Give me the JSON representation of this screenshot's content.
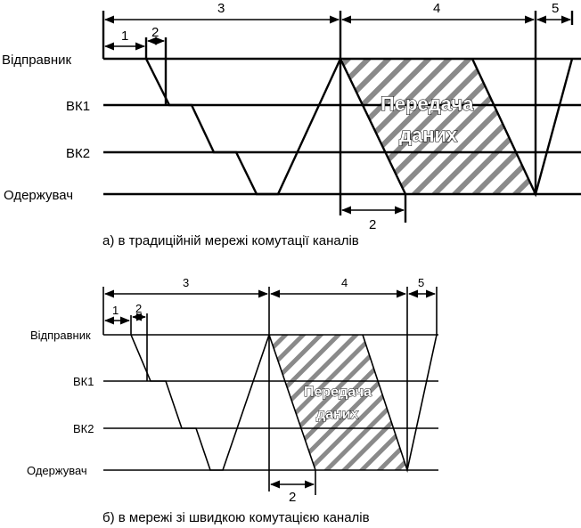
{
  "diagram_a": {
    "rows": [
      "Відправник",
      "ВК1",
      "ВК2",
      "Одержувач"
    ],
    "intervals": [
      "1",
      "2",
      "3",
      "4",
      "5"
    ],
    "data_label_line1": "Передача",
    "data_label_line2": "даних",
    "lower_interval": "2",
    "caption": "а) в традиційній мережі комутації каналів"
  },
  "diagram_b": {
    "rows": [
      "Відправник",
      "ВК1",
      "ВК2",
      "Одержувач"
    ],
    "intervals": [
      "1",
      "2",
      "3",
      "4",
      "5"
    ],
    "data_label_line1": "Передача",
    "data_label_line2": "даних",
    "lower_interval": "2",
    "caption": "б) в мережі зі швидкою комутацією каналів"
  },
  "colors": {
    "line": "#000000",
    "hatch": "#8a8a8a",
    "background": "#ffffff"
  }
}
